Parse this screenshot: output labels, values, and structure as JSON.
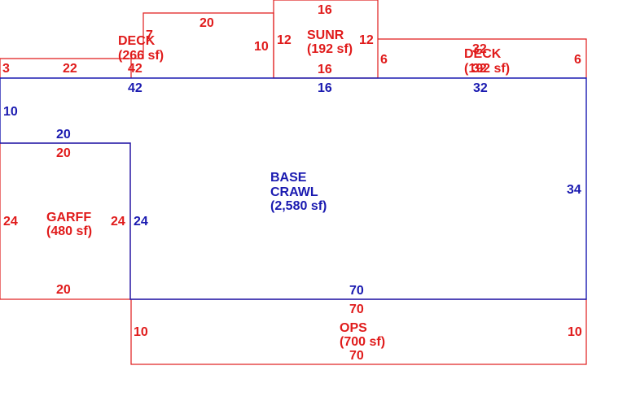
{
  "colors": {
    "annotation": "#e01b1b",
    "base": "#1a1ab0",
    "background": "#ffffff"
  },
  "areas": {
    "deck_left": {
      "name": "DECK",
      "area": "(266 sf)",
      "dims": [
        "7",
        "20",
        "10",
        "42",
        "22",
        "3"
      ]
    },
    "sunroom": {
      "name": "SUNR",
      "area": "(192 sf)",
      "dims": [
        "16",
        "12",
        "12",
        "16"
      ]
    },
    "deck_right": {
      "name": "DECK",
      "area": "(192 sf)",
      "dims": [
        "32",
        "6",
        "32",
        "6"
      ]
    },
    "base": {
      "name_line1": "BASE",
      "name_line2": "CRAWL",
      "area": "(2,580 sf)",
      "dims": [
        "42",
        "16",
        "32",
        "10",
        "20",
        "34",
        "24",
        "70"
      ]
    },
    "garage": {
      "name": "GARFF",
      "area": "(480 sf)",
      "dims": [
        "20",
        "24",
        "24",
        "20"
      ]
    },
    "porch": {
      "name": "OPS",
      "area": "(700 sf)",
      "dims": [
        "70",
        "10",
        "10",
        "70"
      ]
    }
  }
}
